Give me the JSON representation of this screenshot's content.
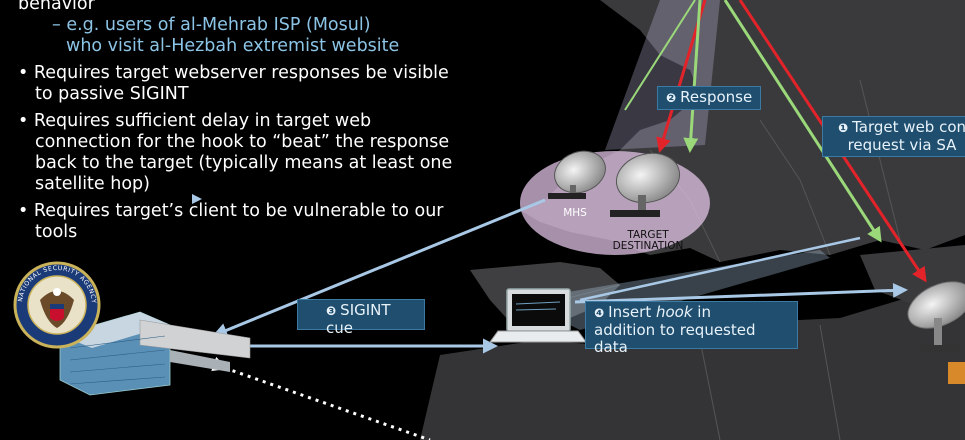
{
  "bullets": {
    "top_fragment": "behavior",
    "example_1": "– e.g. users of al-Mehrab ISP (Mosul)",
    "example_2": "who visit al-Hezbah extremist website",
    "b1_l1": "• Requires target webserver responses be visible",
    "b1_l2": "to passive SIGINT",
    "b2_l1": "• Requires sufficient delay in target web",
    "b2_l2": "connection for the hook to “beat” the response",
    "b2_l3": "back to the target (typically means at least one",
    "b2_l4": "satellite hop)",
    "b3_l1": "• Requires target’s client to be vulnerable to our",
    "b3_l2": "tools"
  },
  "labels": {
    "response_num": "❷",
    "response": "Response",
    "target_req_num": "❶",
    "target_req_l1": "Target web con",
    "target_req_l2": "request via SA",
    "sigint_num": "❸",
    "sigint_l1": "SIGINT",
    "sigint_l2": "cue",
    "hook_num": "❹",
    "hook_pre": "Insert ",
    "hook_em": "hook",
    "hook_post": " in",
    "hook_l2": "addition to requested",
    "hook_l3": "data",
    "mhs": "MHS",
    "target_dest_l1": "TARGET",
    "target_dest_l2": "DESTINATION"
  },
  "logo": {
    "ring_text": "NATIONAL SECURITY AGENCY"
  },
  "colors": {
    "arrow_red": "#e3232a",
    "arrow_green": "#9ad87a",
    "arrow_blue": "#a8c8e6",
    "tag_bg": "#1f4e6e",
    "sub_text": "#8cc4e6"
  }
}
